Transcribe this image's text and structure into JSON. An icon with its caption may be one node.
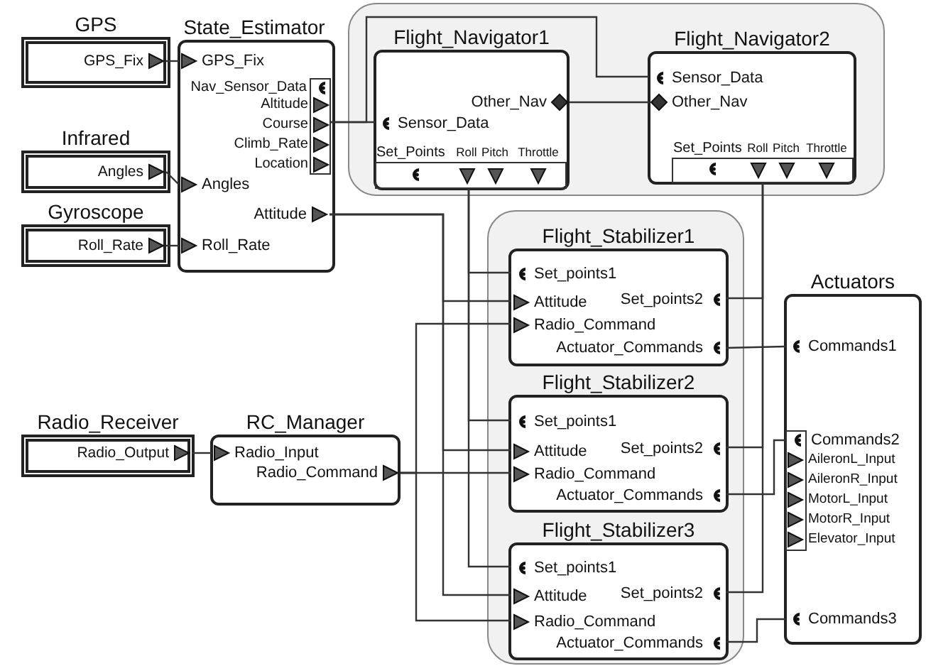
{
  "diagram": {
    "nodes": [
      {
        "text": [
          "GPS"
        ]
      },
      {
        "text": [
          "GPS_Fix"
        ],
        "in": 0
      },
      {
        "text": [
          "Infrared"
        ]
      },
      {
        "text": [
          "Angles"
        ],
        "in": 2
      },
      {
        "text": [
          "Gyroscope"
        ]
      },
      {
        "text": [
          "Roll_Rate"
        ],
        "in": 4
      },
      {
        "text": [
          "State_Estimator"
        ]
      },
      {
        "text": [
          "GPS_Fix"
        ],
        "in": 6
      },
      {
        "text": [
          "Nav_Sensor_Data"
        ],
        "in": 6
      },
      {
        "text": [
          "Altitude"
        ],
        "in": 8
      },
      {
        "text": [
          "Course"
        ],
        "in": 8
      },
      {
        "text": [
          "Climb_Rate"
        ],
        "in": 8
      },
      {
        "text": [
          "Location"
        ],
        "in": 8
      },
      {
        "text": [
          "Angles"
        ],
        "in": 6
      },
      {
        "text": [
          "Attitude"
        ],
        "in": 6
      },
      {
        "text": [
          "Roll_Rate"
        ],
        "in": 6
      },
      {
        "text": [],
        "shape": "box"
      },
      {
        "text": [
          "Flight_Navigator1"
        ],
        "in": 16
      },
      {
        "text": [
          "Other_Nav"
        ],
        "in": 17
      },
      {
        "text": [
          "Sensor_Data"
        ],
        "in": 17
      },
      {
        "text": [
          "Set_Points"
        ],
        "in": 17
      },
      {
        "text": [
          "Roll"
        ],
        "in": 20
      },
      {
        "text": [
          "Pitch"
        ],
        "in": 20
      },
      {
        "text": [
          "Throttle"
        ],
        "in": 20
      },
      {
        "text": [
          "Flight_Navigator2"
        ],
        "in": 16
      },
      {
        "text": [
          "Sensor_Data"
        ],
        "in": 24
      },
      {
        "text": [
          "Other_Nav"
        ],
        "in": 24
      },
      {
        "text": [
          "Set_Points"
        ],
        "in": 24
      },
      {
        "text": [
          "Roll"
        ],
        "in": 27
      },
      {
        "text": [
          "Pitch"
        ],
        "in": 27
      },
      {
        "text": [
          "Throttle"
        ],
        "in": 27
      },
      {
        "text": [],
        "shape": "box"
      },
      {
        "text": [
          "Flight_Stabilizer1"
        ],
        "in": 31
      },
      {
        "text": [
          "Set_points1"
        ],
        "in": 32
      },
      {
        "text": [
          "Attitude"
        ],
        "in": 32
      },
      {
        "text": [
          "Set_points2"
        ],
        "in": 32
      },
      {
        "text": [
          "Radio_Command"
        ],
        "in": 32
      },
      {
        "text": [
          "Actuator_Commands"
        ],
        "in": 32
      },
      {
        "text": [
          "Flight_Stabilizer2"
        ],
        "in": 31
      },
      {
        "text": [
          "Set_points1"
        ],
        "in": 38
      },
      {
        "text": [
          "Attitude"
        ],
        "in": 38
      },
      {
        "text": [
          "Set_points2"
        ],
        "in": 38
      },
      {
        "text": [
          "Radio_Command"
        ],
        "in": 38
      },
      {
        "text": [
          "Actuator_Commands"
        ],
        "in": 38
      },
      {
        "text": [
          "Flight_Stabilizer3"
        ],
        "in": 31
      },
      {
        "text": [
          "Set_points1"
        ],
        "in": 44
      },
      {
        "text": [
          "Attitude"
        ],
        "in": 44
      },
      {
        "text": [
          "Set_points2"
        ],
        "in": 44
      },
      {
        "text": [
          "Radio_Command"
        ],
        "in": 44
      },
      {
        "text": [
          "Actuator_Commands"
        ],
        "in": 44
      },
      {
        "text": [
          "Radio_Receiver"
        ]
      },
      {
        "text": [
          "Radio_Output"
        ],
        "in": 50
      },
      {
        "text": [
          "RC_Manager"
        ]
      },
      {
        "text": [
          "Radio_Input"
        ],
        "in": 52
      },
      {
        "text": [
          "Radio_Command"
        ],
        "in": 52
      },
      {
        "text": [
          "Actuators"
        ]
      },
      {
        "text": [
          "Commands1"
        ],
        "in": 55
      },
      {
        "text": [
          "Commands2"
        ],
        "in": 55
      },
      {
        "text": [
          "AileronL_Input"
        ],
        "in": 57
      },
      {
        "text": [
          "AileronR_Input"
        ],
        "in": 57
      },
      {
        "text": [
          "MotorL_Input"
        ],
        "in": 57
      },
      {
        "text": [
          "MotorR_Input"
        ],
        "in": 57
      },
      {
        "text": [
          "Elevator_Input"
        ],
        "in": 57
      },
      {
        "text": [
          "Commands3"
        ],
        "in": 55
      }
    ],
    "edges": [
      {
        "from": 1,
        "to": 7,
        "arrow": "none"
      },
      {
        "from": 3,
        "to": 13,
        "arrow": "none"
      },
      {
        "from": 5,
        "to": 15,
        "arrow": "none"
      },
      {
        "from": 8,
        "to": 19,
        "arrow": "none"
      },
      {
        "from": 8,
        "to": 25,
        "arrow": "none"
      },
      {
        "from": 18,
        "to": 26,
        "arrow": "none"
      },
      {
        "from": 14,
        "to": 34,
        "arrow": "none"
      },
      {
        "from": 14,
        "to": 40,
        "arrow": "none"
      },
      {
        "from": 14,
        "to": 46,
        "arrow": "none"
      },
      {
        "from": 20,
        "to": 33,
        "arrow": "none"
      },
      {
        "from": 20,
        "to": 39,
        "arrow": "none"
      },
      {
        "from": 20,
        "to": 45,
        "arrow": "none"
      },
      {
        "from": 27,
        "to": 35,
        "arrow": "none"
      },
      {
        "from": 27,
        "to": 41,
        "arrow": "none"
      },
      {
        "from": 27,
        "to": 47,
        "arrow": "none"
      },
      {
        "from": 54,
        "to": 36,
        "arrow": "none"
      },
      {
        "from": 54,
        "to": 42,
        "arrow": "none"
      },
      {
        "from": 54,
        "to": 48,
        "arrow": "none"
      },
      {
        "from": 51,
        "to": 53,
        "arrow": "none"
      },
      {
        "from": 37,
        "to": 56,
        "arrow": "none"
      },
      {
        "from": 43,
        "to": 57,
        "arrow": "none"
      },
      {
        "from": 49,
        "to": 63,
        "arrow": "none"
      }
    ]
  }
}
